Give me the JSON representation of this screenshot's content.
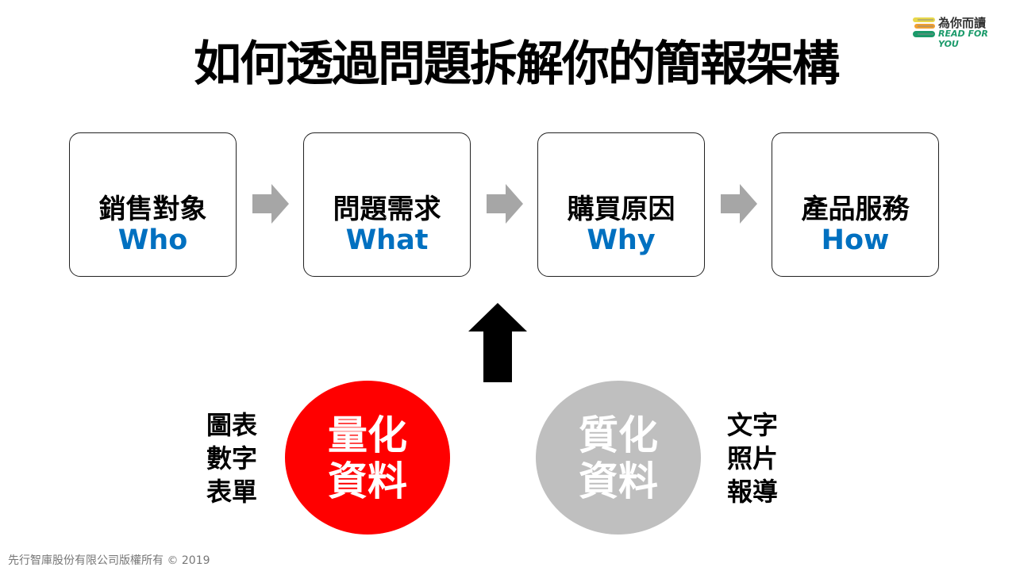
{
  "title": "如何透過問題拆解你的簡報架構",
  "logo": {
    "cn": "為你而讀",
    "en": "READ FOR YOU"
  },
  "steps": [
    {
      "cn": "銷售對象",
      "en": "Who"
    },
    {
      "cn": "問題需求",
      "en": "What"
    },
    {
      "cn": "購買原因",
      "en": "Why"
    },
    {
      "cn": "產品服務",
      "en": "How"
    }
  ],
  "quantitative": {
    "line1": "量化",
    "line2": "資料",
    "color": "#ff0000",
    "examples": [
      "圖表",
      "數字",
      "表單"
    ]
  },
  "qualitative": {
    "line1": "質化",
    "line2": "資料",
    "color": "#bfbfbf",
    "examples": [
      "文字",
      "照片",
      "報導"
    ]
  },
  "footer": "先行智庫股份有限公司版權所有 © 2019"
}
